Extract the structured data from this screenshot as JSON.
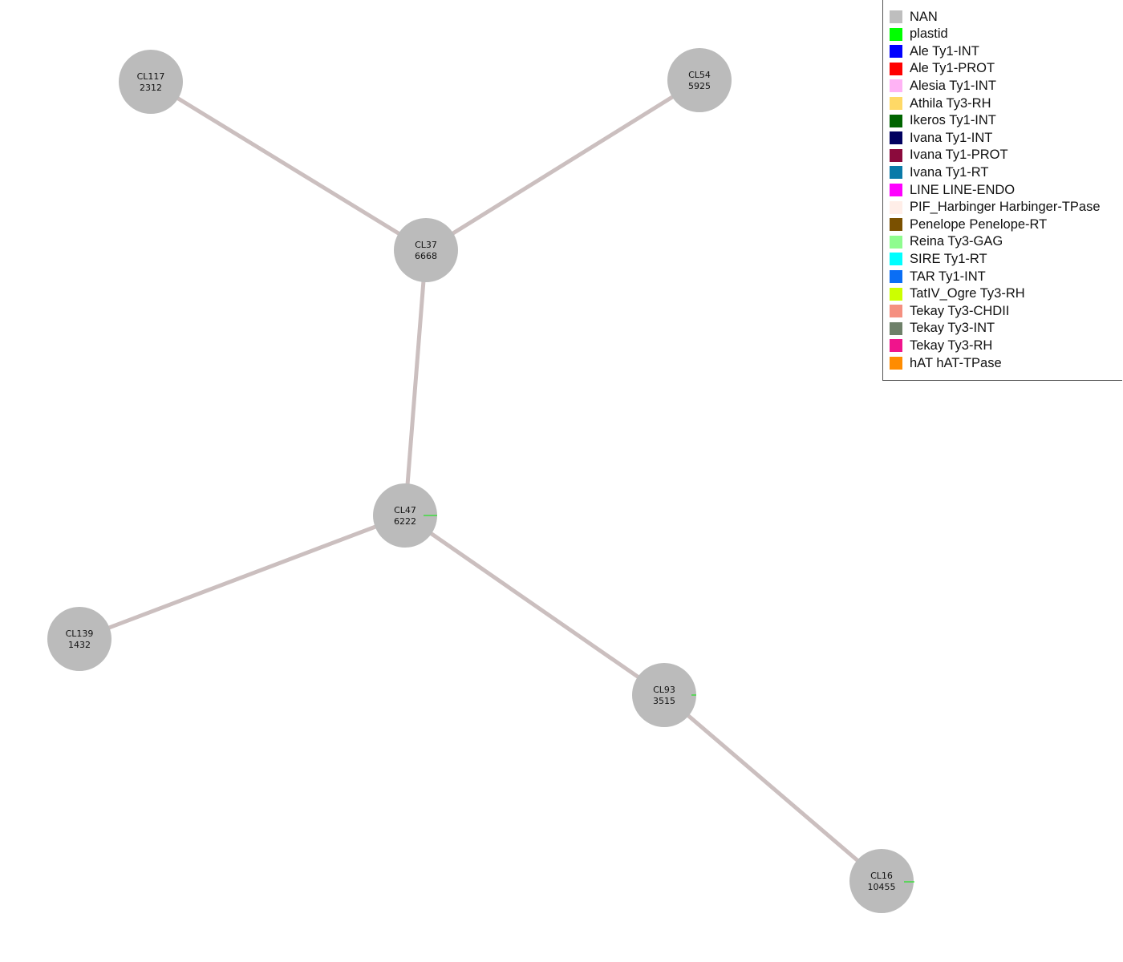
{
  "graph": {
    "nodes": [
      {
        "id": "CL117",
        "count": "2312"
      },
      {
        "id": "CL54",
        "count": "5925"
      },
      {
        "id": "CL37",
        "count": "6668"
      },
      {
        "id": "CL47",
        "count": "6222"
      },
      {
        "id": "CL139",
        "count": "1432"
      },
      {
        "id": "CL93",
        "count": "3515"
      },
      {
        "id": "CL16",
        "count": "10455"
      }
    ],
    "edges": [
      [
        "CL117",
        "CL37"
      ],
      [
        "CL54",
        "CL37"
      ],
      [
        "CL37",
        "CL47"
      ],
      [
        "CL47",
        "CL139"
      ],
      [
        "CL47",
        "CL93"
      ],
      [
        "CL93",
        "CL16"
      ]
    ],
    "node_color": "#bbbbbb",
    "edge_color": "#cbbfbf",
    "marker_color": "#00ee00"
  },
  "legend": {
    "items": [
      {
        "label": "NAN",
        "color": "#bebebe"
      },
      {
        "label": "plastid",
        "color": "#00ff00"
      },
      {
        "label": "Ale Ty1-INT",
        "color": "#0000ff"
      },
      {
        "label": "Ale Ty1-PROT",
        "color": "#ff0000"
      },
      {
        "label": "Alesia Ty1-INT",
        "color": "#ffb3f5"
      },
      {
        "label": "Athila Ty3-RH",
        "color": "#ffd966"
      },
      {
        "label": "Ikeros Ty1-INT",
        "color": "#006400"
      },
      {
        "label": "Ivana Ty1-INT",
        "color": "#00005f"
      },
      {
        "label": "Ivana Ty1-PROT",
        "color": "#8b0a3c"
      },
      {
        "label": "Ivana Ty1-RT",
        "color": "#0a7aa8"
      },
      {
        "label": "LINE LINE-ENDO",
        "color": "#ff00ff"
      },
      {
        "label": "PIF_Harbinger Harbinger-TPase",
        "color": "#ffeee8"
      },
      {
        "label": "Penelope Penelope-RT",
        "color": "#7a5000"
      },
      {
        "label": "Reina Ty3-GAG",
        "color": "#8ffc8f"
      },
      {
        "label": "SIRE Ty1-RT",
        "color": "#00ffff"
      },
      {
        "label": "TAR Ty1-INT",
        "color": "#0a6ef5"
      },
      {
        "label": "TatIV_Ogre Ty3-RH",
        "color": "#ccff00"
      },
      {
        "label": "Tekay Ty3-CHDII",
        "color": "#f59080"
      },
      {
        "label": "Tekay Ty3-INT",
        "color": "#6e8069"
      },
      {
        "label": "Tekay Ty3-RH",
        "color": "#f0148c"
      },
      {
        "label": "hAT hAT-TPase",
        "color": "#ff8c00"
      }
    ]
  }
}
